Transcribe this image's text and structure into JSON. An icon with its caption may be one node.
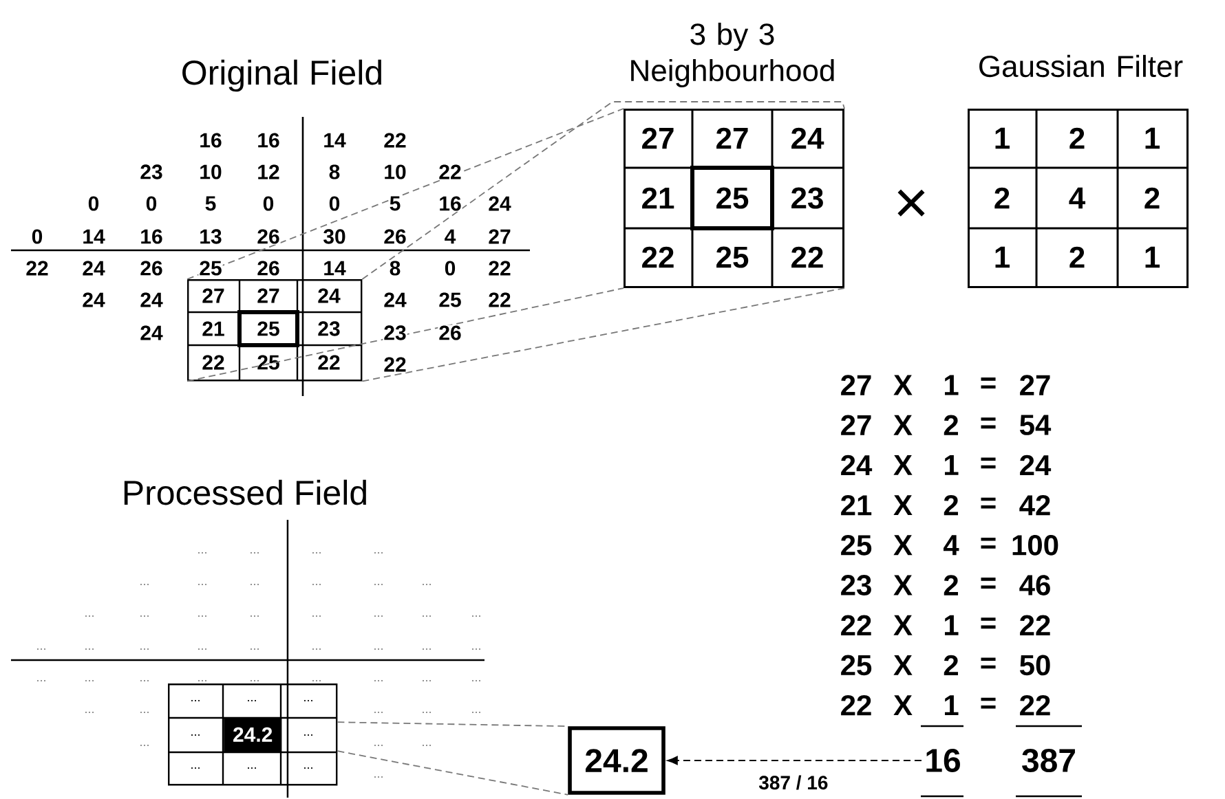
{
  "diagram": {
    "nodes": [
      {
        "text": [
          "27",
          "27",
          "24",
          "21",
          "25",
          "23",
          "22",
          "25",
          "22"
        ]
      },
      {
        "text": [
          "3 by 3 Neighbourhood",
          "27",
          "27",
          "24",
          "21",
          "25",
          "23",
          "22",
          "25",
          "22"
        ]
      },
      {
        "text": [
          "Gaussian Filter",
          "1",
          "2",
          "1",
          "2",
          "4",
          "2",
          "1",
          "2",
          "1"
        ]
      },
      {
        "text": [
          "...",
          "...",
          "...",
          "...",
          "...",
          "...",
          "...",
          "..."
        ]
      },
      {
        "text": [
          "24.2"
        ],
        "in": 3
      },
      {
        "text": [
          "24.2"
        ]
      },
      {
        "text": [
          "16"
        ]
      }
    ],
    "edges": [
      {
        "from": 0,
        "to": 1,
        "arrow": "none",
        "style": "dashed",
        "color": "#777777"
      },
      {
        "from": 0,
        "to": 1,
        "arrow": "none",
        "style": "dashed",
        "color": "#777777"
      },
      {
        "from": 0,
        "to": 1,
        "arrow": "none",
        "style": "dashed",
        "color": "#777777"
      },
      {
        "from": 0,
        "to": 1,
        "arrow": "none",
        "style": "dashed",
        "color": "#777777"
      },
      {
        "from": 3,
        "to": 5,
        "arrow": "none",
        "style": "dashed",
        "color": "#777777"
      },
      {
        "from": 3,
        "to": 5,
        "arrow": "none",
        "style": "dashed",
        "color": "#777777"
      },
      {
        "from": 6,
        "to": 5,
        "arrow": "to",
        "style": "dashed",
        "color": "#000000",
        "label": "387 / 16"
      }
    ],
    "labels": [
      "Original Field",
      "16",
      "16",
      "14",
      "22",
      "23",
      "10",
      "12",
      "8",
      "10",
      "22",
      "0",
      "0",
      "5",
      "0",
      "0",
      "5",
      "16",
      "24",
      "0",
      "14",
      "16",
      "13",
      "26",
      "30",
      "26",
      "4",
      "27",
      "22",
      "24",
      "26",
      "25",
      "26",
      "14",
      "8",
      "0",
      "22",
      "24",
      "24",
      "24",
      "25",
      "22",
      "24",
      "23",
      "26",
      "22",
      "×",
      "27",
      "X",
      "1",
      "=",
      "27",
      "27",
      "X",
      "2",
      "=",
      "54",
      "24",
      "X",
      "1",
      "=",
      "24",
      "21",
      "X",
      "2",
      "=",
      "42",
      "25",
      "X",
      "4",
      "=",
      "100",
      "23",
      "X",
      "2",
      "=",
      "46",
      "22",
      "X",
      "1",
      "=",
      "22",
      "25",
      "X",
      "2",
      "=",
      "50",
      "22",
      "X",
      "1",
      "=",
      "22",
      "387",
      "Processed Field",
      "...",
      "...",
      "...",
      "...",
      "...",
      "...",
      "...",
      "...",
      "...",
      "...",
      "...",
      "...",
      "...",
      "...",
      "...",
      "...",
      "...",
      "...",
      "...",
      "...",
      "...",
      "...",
      "...",
      "...",
      "...",
      "...",
      "...",
      "...",
      "...",
      "...",
      "...",
      "...",
      "...",
      "...",
      "...",
      "...",
      "...",
      "...",
      "...",
      "...",
      "...",
      "...",
      "...",
      "...",
      "..."
    ]
  }
}
